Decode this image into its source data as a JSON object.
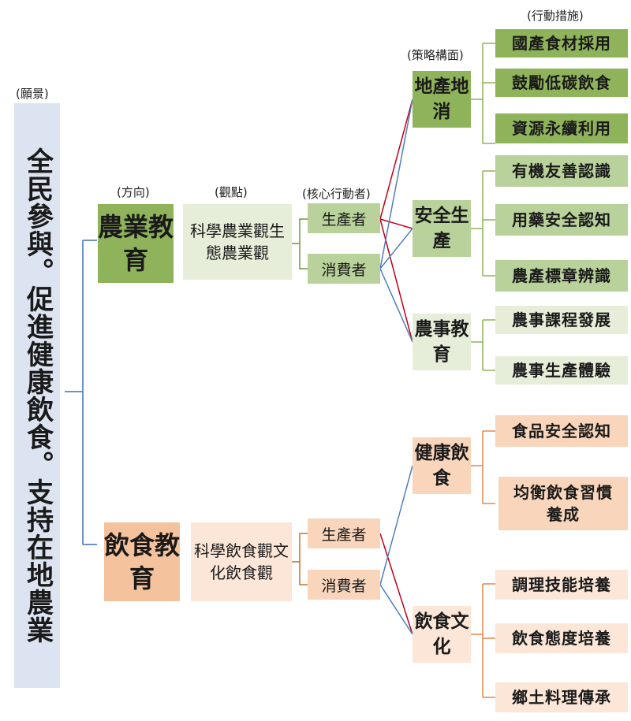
{
  "headers": {
    "vision": "(願景)",
    "direction": "(方向)",
    "viewpoint": "(觀點)",
    "actors": "(核心行動者)",
    "strategy": "(策略構面)",
    "actions": "(行動措施)"
  },
  "vision": "全民參與。促進健康飲食。支持在地農業",
  "agri": {
    "direction": "農業教育",
    "viewpoint": "科學農業觀生態農業觀",
    "producer": "生產者",
    "consumer": "消費者",
    "strategies": [
      {
        "name": "地產地消",
        "actions": [
          "國產食材採用",
          "鼓勵低碳飲食",
          "資源永續利用"
        ]
      },
      {
        "name": "安全生產",
        "actions": [
          "有機友善認識",
          "用藥安全認知",
          "農產標章辨識"
        ]
      },
      {
        "name": "農事教育",
        "actions": [
          "農事課程發展",
          "農事生產體驗"
        ]
      }
    ]
  },
  "food": {
    "direction": "飲食教育",
    "viewpoint": "科學飲食觀文化飲食觀",
    "producer": "生產者",
    "consumer": "消費者",
    "strategies": [
      {
        "name": "健康飲食",
        "actions": [
          "食品安全認知",
          "均衡飲食習慣養成"
        ]
      },
      {
        "name": "飲食文化",
        "actions": [
          "調理技能培養",
          "飲食態度培養",
          "鄉土料理傳承"
        ]
      }
    ]
  },
  "colors": {
    "green_dark": "#8fb35a",
    "green_mid": "#b9d19a",
    "green_light": "#e6eed9",
    "orange_dark": "#f4c29c",
    "orange_mid": "#f8d5bb",
    "orange_light": "#fbe6d7",
    "vision_bg": "#dbe4f0",
    "line_red": "#c0001a",
    "line_blue": "#4f7fbf"
  }
}
